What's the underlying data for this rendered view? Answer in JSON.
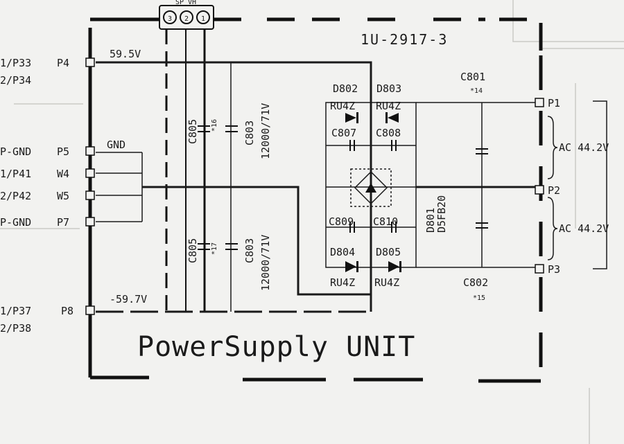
{
  "board_id": "1U-2917-3",
  "connector": {
    "pins": [
      "3",
      "2",
      "1"
    ],
    "label": "SP VH"
  },
  "left_labels": [
    {
      "key": "l1",
      "text": "1/P33"
    },
    {
      "key": "l2",
      "text": "2/P34"
    },
    {
      "key": "l3",
      "text": "P-GND"
    },
    {
      "key": "l4",
      "text": "1/P41"
    },
    {
      "key": "l5",
      "text": "2/P42"
    },
    {
      "key": "l6",
      "text": "P-GND"
    },
    {
      "key": "l7",
      "text": "1/P37"
    },
    {
      "key": "l8",
      "text": "2/P38"
    }
  ],
  "terminals": {
    "p4": "P4",
    "p5": "P5",
    "w4": "W4",
    "w5": "W5",
    "p7": "P7",
    "p8": "P8",
    "p1": "P1",
    "p2": "P2",
    "p3": "P3"
  },
  "nets": {
    "pos": "59.5V",
    "neg": "-59.7V",
    "gnd": "GND"
  },
  "capacitors": {
    "c805a": "C805",
    "c805a_note": "*16",
    "c803a": "C803",
    "c803a_val": "12000/71V",
    "c805b": "C805",
    "c805b_note": "*17",
    "c803b": "C803",
    "c803b_val": "12000/71V",
    "c807": "C807",
    "c808": "C808",
    "c809": "C809",
    "c810": "C810",
    "c801": "C801",
    "c801_note": "*14",
    "c802": "C802",
    "c802_note": "*15"
  },
  "diodes": {
    "d802": "D802",
    "d803": "D803",
    "d804": "D804",
    "d805": "D805",
    "ru4z": "RU4Z",
    "d801": "D801",
    "d801_part": "D5FB20"
  },
  "ac_labels": [
    "AC 44.2V",
    "AC 44.2V"
  ],
  "unit_title": "PowerSupply UNIT"
}
